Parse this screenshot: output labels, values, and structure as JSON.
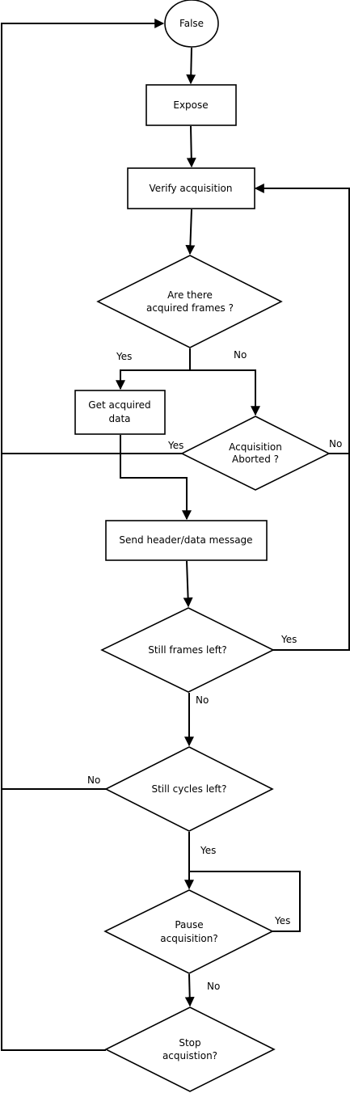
{
  "nodes": {
    "start": "False",
    "expose": "Expose",
    "verify": "Verify acquisition",
    "frames_q": [
      "Are there",
      "acquired frames ?"
    ],
    "get_data": [
      "Get acquired",
      "data"
    ],
    "aborted_q": [
      "Acquisition",
      "Aborted ?"
    ],
    "send": "Send header/data message",
    "frames_left_q": "Still frames left?",
    "cycles_left_q": "Still cycles left?",
    "pause_q": [
      "Pause",
      "acquisition?"
    ],
    "stop_q": [
      "Stop",
      "acquistion?"
    ]
  },
  "edge_labels": {
    "frames_yes": "Yes",
    "frames_no": "No",
    "aborted_yes": "Yes",
    "aborted_no": "No",
    "frames_left_yes": "Yes",
    "frames_left_no": "No",
    "cycles_no": "No",
    "cycles_yes": "Yes",
    "pause_yes": "Yes",
    "pause_no": "No"
  },
  "colors": {
    "line": "#000000",
    "fill": "#ffffff"
  }
}
